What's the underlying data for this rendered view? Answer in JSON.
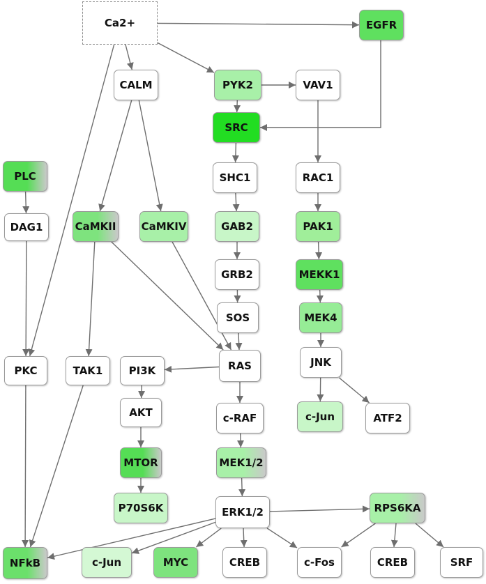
{
  "diagram": {
    "nodes": [
      {
        "id": "ca2",
        "label": "Ca2+",
        "style": "dashed"
      },
      {
        "id": "egfr",
        "label": "EGFR",
        "fill": "#5fe05f"
      },
      {
        "id": "calm",
        "label": "CALM"
      },
      {
        "id": "pyk2",
        "label": "PYK2",
        "fill": "#a8f0a8"
      },
      {
        "id": "vav1",
        "label": "VAV1"
      },
      {
        "id": "src",
        "label": "SRC",
        "fill": "#22dd22"
      },
      {
        "id": "plc",
        "label": "PLC",
        "fill": "#55dd55",
        "gradient": true
      },
      {
        "id": "shc1",
        "label": "SHC1"
      },
      {
        "id": "rac1",
        "label": "RAC1"
      },
      {
        "id": "dag1",
        "label": "DAG1"
      },
      {
        "id": "camkii",
        "label": "CaMKII",
        "fill": "#7ee37e",
        "gradient": true
      },
      {
        "id": "camkiv",
        "label": "CaMKIV",
        "fill": "#a8f0a8"
      },
      {
        "id": "gab2",
        "label": "GAB2",
        "fill": "#c8f6c8"
      },
      {
        "id": "pak1",
        "label": "PAK1",
        "fill": "#a0ee9a"
      },
      {
        "id": "grb2",
        "label": "GRB2"
      },
      {
        "id": "mekk1",
        "label": "MEKK1",
        "fill": "#5fe05f"
      },
      {
        "id": "sos",
        "label": "SOS"
      },
      {
        "id": "mek4",
        "label": "MEK4",
        "fill": "#96ec96"
      },
      {
        "id": "pkc",
        "label": "PKC"
      },
      {
        "id": "tak1",
        "label": "TAK1"
      },
      {
        "id": "pi3k",
        "label": "PI3K"
      },
      {
        "id": "ras",
        "label": "RAS"
      },
      {
        "id": "jnk",
        "label": "JNK"
      },
      {
        "id": "akt",
        "label": "AKT"
      },
      {
        "id": "craf",
        "label": "c-RAF"
      },
      {
        "id": "cjun1",
        "label": "c-Jun",
        "fill": "#c8f6c8"
      },
      {
        "id": "atf2",
        "label": "ATF2"
      },
      {
        "id": "mtor",
        "label": "MTOR",
        "fill": "#55dd55",
        "gradient": true
      },
      {
        "id": "mek12",
        "label": "MEK1/2",
        "fill": "#a8f0a8",
        "gradient": true
      },
      {
        "id": "p70s6k",
        "label": "P70S6K",
        "fill": "#c8f6c8"
      },
      {
        "id": "erk12",
        "label": "ERK1/2"
      },
      {
        "id": "rps6ka",
        "label": "RPS6KA",
        "fill": "#a8f0a8",
        "gradient": true
      },
      {
        "id": "nfkb",
        "label": "NFkB",
        "fill": "#6be06b",
        "gradient": true
      },
      {
        "id": "cjun2",
        "label": "c-Jun",
        "fill": "#d4f8d4"
      },
      {
        "id": "myc",
        "label": "MYC",
        "fill": "#7ee37e"
      },
      {
        "id": "creb1",
        "label": "CREB"
      },
      {
        "id": "cfos",
        "label": "c-Fos"
      },
      {
        "id": "creb2",
        "label": "CREB"
      },
      {
        "id": "srf",
        "label": "SRF"
      }
    ],
    "edges": [
      [
        "ca2",
        "egfr"
      ],
      [
        "ca2",
        "calm"
      ],
      [
        "ca2",
        "pyk2"
      ],
      [
        "ca2",
        "pkc"
      ],
      [
        "pyk2",
        "vav1"
      ],
      [
        "pyk2",
        "src"
      ],
      [
        "egfr",
        "src"
      ],
      [
        "calm",
        "camkii"
      ],
      [
        "calm",
        "camkiv"
      ],
      [
        "src",
        "shc1"
      ],
      [
        "shc1",
        "gab2"
      ],
      [
        "gab2",
        "grb2"
      ],
      [
        "grb2",
        "sos"
      ],
      [
        "sos",
        "ras"
      ],
      [
        "camkii",
        "ras"
      ],
      [
        "camkiv",
        "ras"
      ],
      [
        "ras",
        "pi3k"
      ],
      [
        "ras",
        "craf"
      ],
      [
        "craf",
        "mek12"
      ],
      [
        "mek12",
        "erk12"
      ],
      [
        "pi3k",
        "akt"
      ],
      [
        "akt",
        "mtor"
      ],
      [
        "mtor",
        "p70s6k"
      ],
      [
        "vav1",
        "rac1"
      ],
      [
        "rac1",
        "pak1"
      ],
      [
        "pak1",
        "mekk1"
      ],
      [
        "mekk1",
        "mek4"
      ],
      [
        "mek4",
        "jnk"
      ],
      [
        "jnk",
        "cjun1"
      ],
      [
        "jnk",
        "atf2"
      ],
      [
        "plc",
        "dag1"
      ],
      [
        "dag1",
        "pkc"
      ],
      [
        "camkii",
        "tak1"
      ],
      [
        "pkc",
        "nfkb"
      ],
      [
        "tak1",
        "nfkb"
      ],
      [
        "erk12",
        "nfkb"
      ],
      [
        "erk12",
        "cjun2"
      ],
      [
        "erk12",
        "myc"
      ],
      [
        "erk12",
        "creb1"
      ],
      [
        "erk12",
        "cfos"
      ],
      [
        "erk12",
        "rps6ka"
      ],
      [
        "rps6ka",
        "cfos"
      ],
      [
        "rps6ka",
        "creb2"
      ],
      [
        "rps6ka",
        "srf"
      ]
    ]
  }
}
